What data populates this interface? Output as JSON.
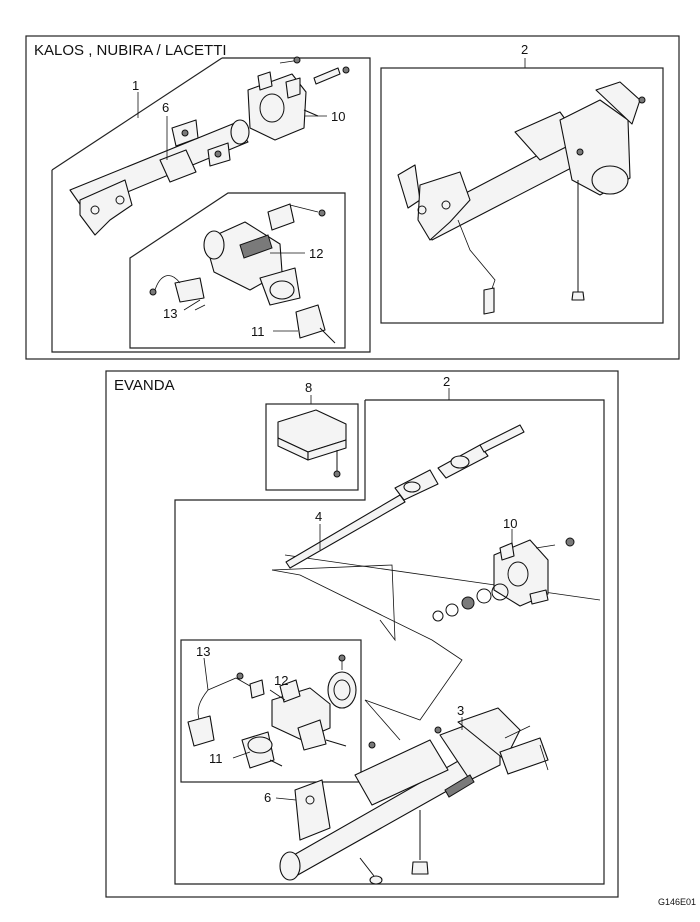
{
  "panels": {
    "top_title": "KALOS , NUBIRA / LACETTI",
    "bottom_title": "EVANDA"
  },
  "callouts": {
    "top": {
      "c1": "1",
      "c2": "2",
      "c6": "6",
      "c10": "10",
      "c12": "12",
      "c13": "13",
      "c11": "11"
    },
    "bottom": {
      "c2": "2",
      "c8": "8",
      "c4": "4",
      "c10": "10",
      "c3": "3",
      "c13": "13",
      "c12": "12",
      "c11": "11",
      "c6": "6"
    }
  },
  "figure_code": "G146E01"
}
